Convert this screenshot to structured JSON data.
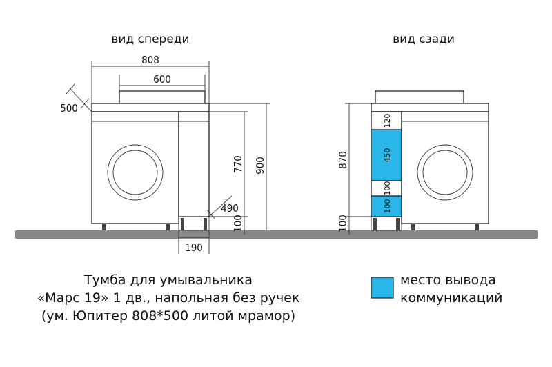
{
  "views": {
    "front_title": "вид спереди",
    "back_title": "вид сзади"
  },
  "dimensions": {
    "total_width": "808",
    "top_width": "600",
    "depth": "500",
    "height_770": "770",
    "height_900": "900",
    "depth_490": "490",
    "leg_100_front": "100",
    "width_190": "190",
    "height_870": "870",
    "leg_100_back": "100",
    "zone_120": "120",
    "zone_450": "450",
    "zone_100_white": "100",
    "zone_100_blue": "100"
  },
  "caption": {
    "line1": "Тумба для умывальника",
    "line2": "«Марс 19» 1 дв., напольная без ручек",
    "line3": "(ум. Юпитер 808*500 литой мрамор)"
  },
  "legend": {
    "line1": "место вывода",
    "line2": "коммуникаций",
    "color": "#29b6e8"
  },
  "colors": {
    "floor": "#888888",
    "accent": "#29b6e8"
  }
}
